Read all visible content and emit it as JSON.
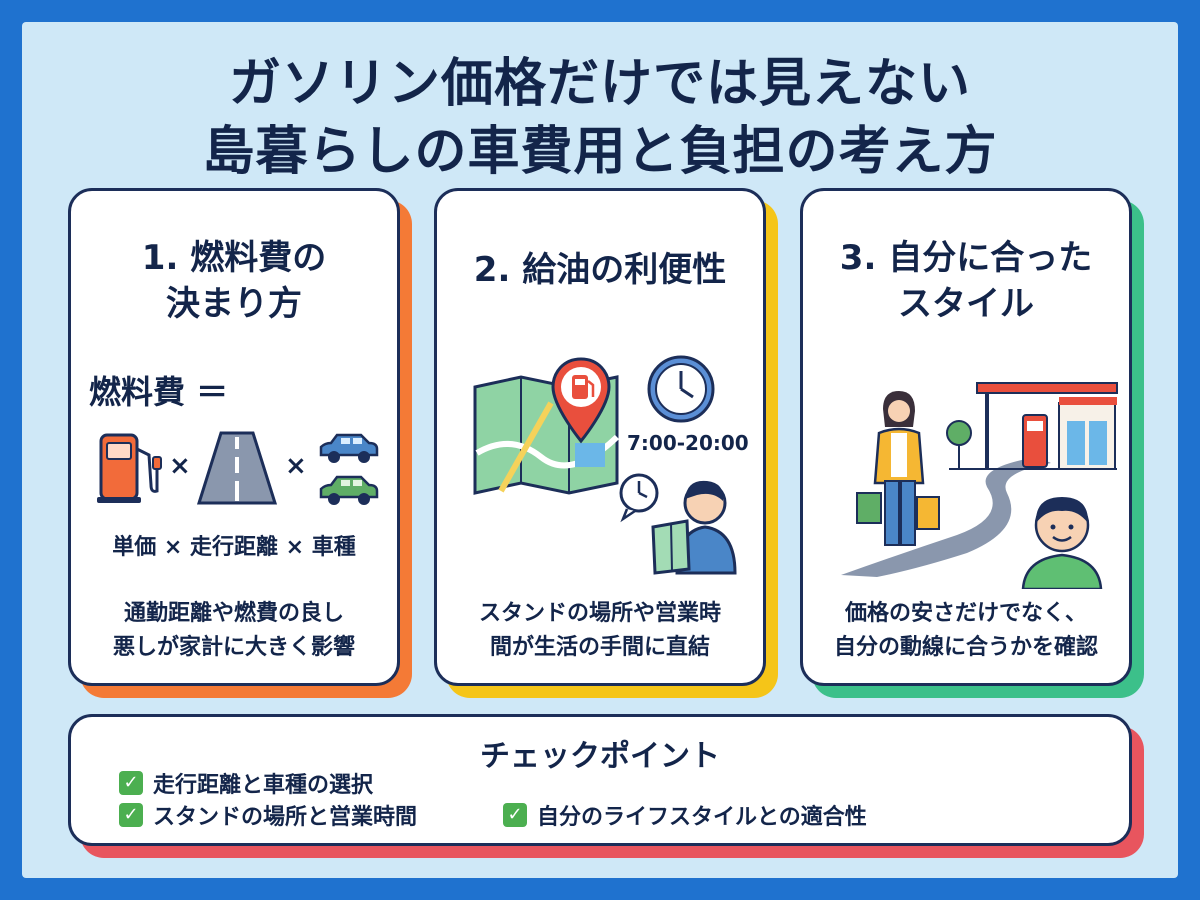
{
  "title": {
    "line1": "ガソリン価格だけでは見えない",
    "line2": "島暮らしの車費用と負担の考え方"
  },
  "cards": [
    {
      "title_line1": "1. 燃料費の",
      "title_line2": "決まり方",
      "formula_label": "燃料費 ＝",
      "times": "×",
      "legend": "単価 × 走行距離 × 車種",
      "caption_line1": "通勤距離や燃費の良し",
      "caption_line2": "悪しが家計に大きく影響",
      "shadow_color": "#f47a36"
    },
    {
      "title_line1": "2. 給油の利便性",
      "hours": "7:00-20:00",
      "caption_line1": "スタンドの場所や営業時",
      "caption_line2": "間が生活の手間に直結",
      "shadow_color": "#f5c518"
    },
    {
      "title_line1": "3. 自分に合った",
      "title_line2": "スタイル",
      "caption_line1": "価格の安さだけでなく、",
      "caption_line2": "自分の動線に合うかを確認",
      "shadow_color": "#3cc08a"
    }
  ],
  "checkpoints": {
    "title": "チェックポイント",
    "items": [
      "走行距離と車種の選択",
      "スタンドの場所と営業時間",
      "自分のライフスタイルとの適合性"
    ],
    "check_mark": "✓",
    "shadow_color": "#e8555e"
  }
}
